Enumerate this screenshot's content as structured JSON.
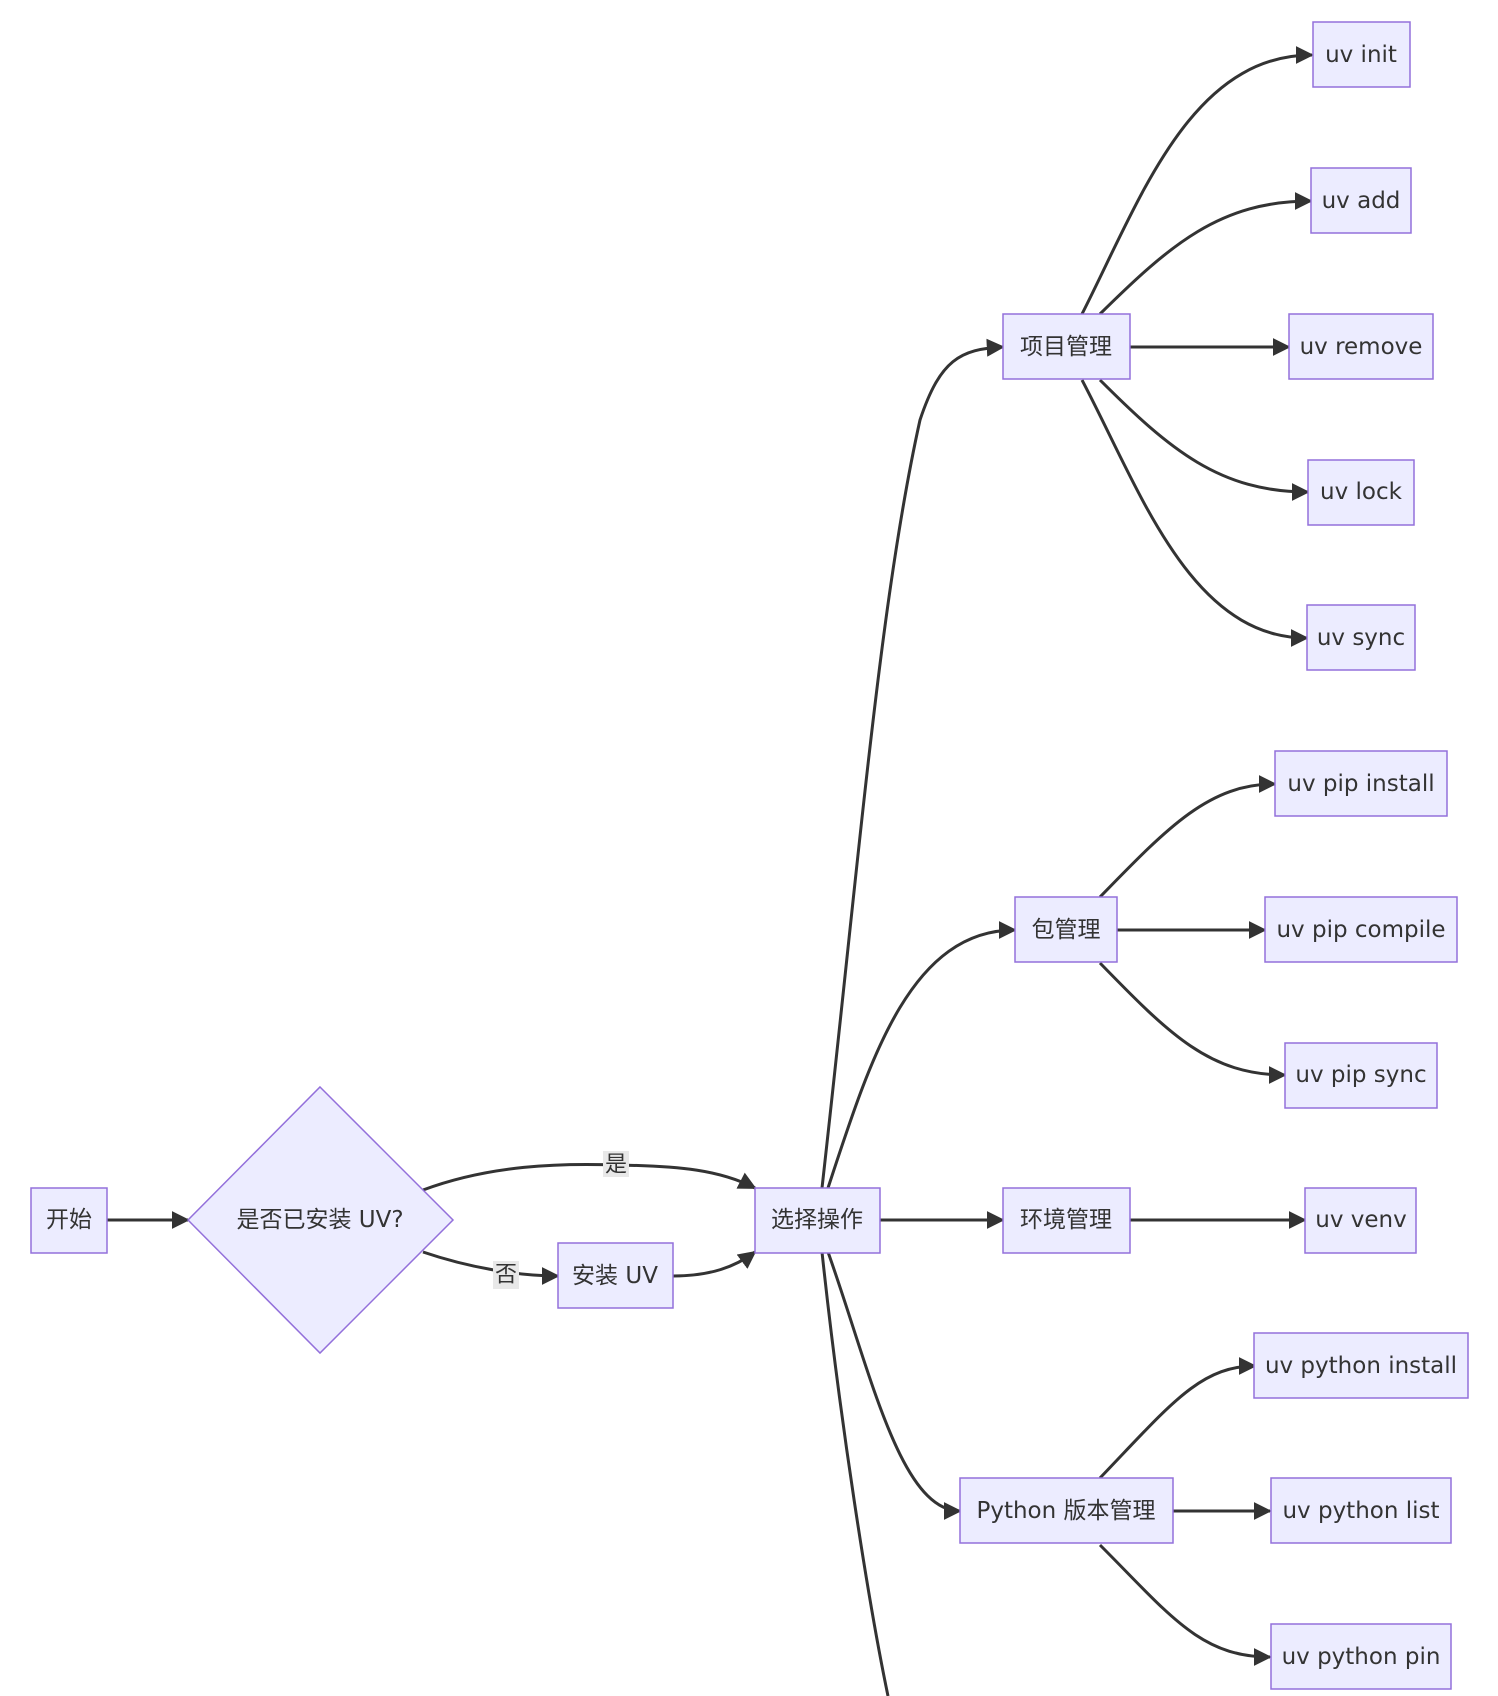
{
  "nodes": {
    "start": "开始",
    "decision": "是否已安装 UV?",
    "install_uv": "安装 UV",
    "select_action": "选择操作",
    "project_mgmt": "项目管理",
    "package_mgmt": "包管理",
    "env_mgmt": "环境管理",
    "python_mgmt": "Python 版本管理",
    "uv_init": "uv init",
    "uv_add": "uv add",
    "uv_remove": "uv remove",
    "uv_lock": "uv lock",
    "uv_sync": "uv sync",
    "uv_pip_install": "uv pip install",
    "uv_pip_compile": "uv pip compile",
    "uv_pip_sync": "uv pip sync",
    "uv_venv": "uv venv",
    "uv_python_install": "uv python install",
    "uv_python_list": "uv python list",
    "uv_python_pin": "uv python pin"
  },
  "edge_labels": {
    "yes": "是",
    "no": "否"
  },
  "colors": {
    "node_fill": "#ECECFF",
    "node_stroke": "#9370DB",
    "edge": "#333333",
    "text": "#333333",
    "edge_label_bg": "#E8E8E8"
  }
}
